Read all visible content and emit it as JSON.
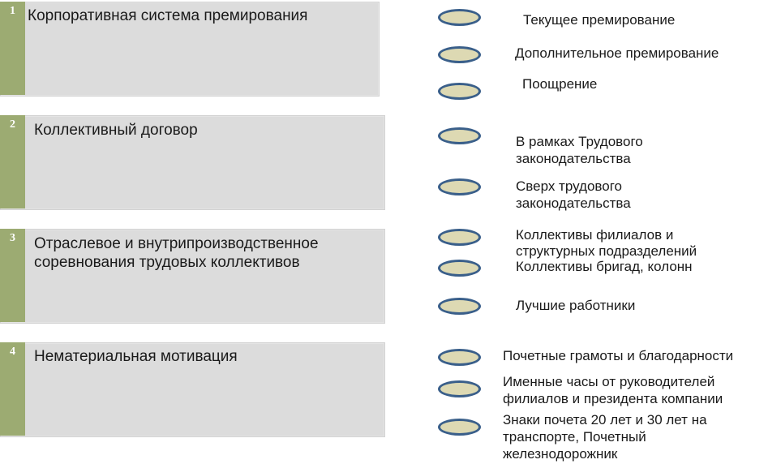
{
  "blocks": [
    {
      "number": "1",
      "title": "Корпоративная система премирования",
      "items": [
        "Текущее премирование",
        "Дополнительное премирование",
        "Поощрение"
      ]
    },
    {
      "number": "2",
      "title": "Коллективный договор",
      "items": [
        "В рамках Трудового\nзаконодательства",
        "Сверх трудового\nзаконодательства"
      ]
    },
    {
      "number": "3",
      "title": "Отраслевое и внутрипроизводственное\nсоревнования трудовых коллективов",
      "items": [
        "Коллективы филиалов и\nструктурных подразделений",
        "Коллективы бригад, колонн",
        "Лучшие работники"
      ]
    },
    {
      "number": "4",
      "title": "Нематериальная мотивация",
      "items": [
        "Почетные грамоты и благодарности",
        "Именные часы от руководителей\nфилиалов и президента компании",
        "Знаки почета 20 лет и 30 лет на\nтранспорте, Почетный\nжелезнодорожник"
      ]
    }
  ],
  "colors": {
    "block_bg": "#dcdcdc",
    "number_bar": "#9cab72",
    "oval_fill": "#ddd9b3",
    "oval_border": "#3a5f8a"
  }
}
